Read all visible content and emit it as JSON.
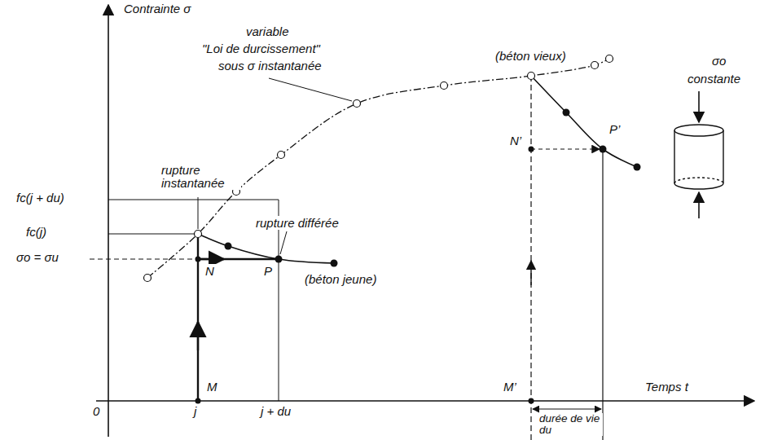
{
  "diagram": {
    "labels": [
      "Contrainte σ",
      "variable",
      "\"Loi de durcissement\"",
      "sous σ instantanée",
      "(béton vieux)",
      "rupture instantanée",
      "fc(j + du)",
      "fc(j)",
      "σo = σu",
      "rupture différée",
      "N",
      "P",
      "(béton jeune)",
      "M",
      "N’",
      "P’",
      "M’",
      "σo",
      "constante",
      "Temps t",
      "0",
      "j",
      "j + du",
      "durée de vie du"
    ]
  }
}
